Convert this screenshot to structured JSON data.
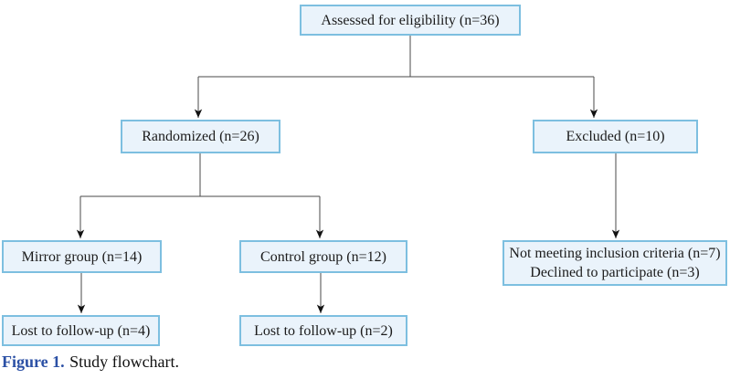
{
  "figure": {
    "caption_label": "Figure 1.",
    "caption_text": "Study flowchart."
  },
  "nodes": {
    "assessed": {
      "label": "Assessed for eligibility (n=36)"
    },
    "randomized": {
      "label": "Randomized (n=26)"
    },
    "excluded": {
      "label": "Excluded (n=10)"
    },
    "mirror": {
      "label": "Mirror group (n=14)"
    },
    "control": {
      "label": "Control group (n=12)"
    },
    "exclusion_reasons": {
      "line1": "Not meeting inclusion criteria (n=7)",
      "line2": "Declined to participate (n=3)"
    },
    "lost_mirror": {
      "label": "Lost to follow-up (n=4)"
    },
    "lost_control": {
      "label": "Lost to follow-up (n=2)"
    }
  },
  "colors": {
    "box_fill": "#eaf3fb",
    "box_border": "#7dbfe0",
    "line": "#4a4a4a",
    "arrow": "#111111",
    "caption_label": "#2b50a5",
    "text": "#1b1b1b"
  }
}
